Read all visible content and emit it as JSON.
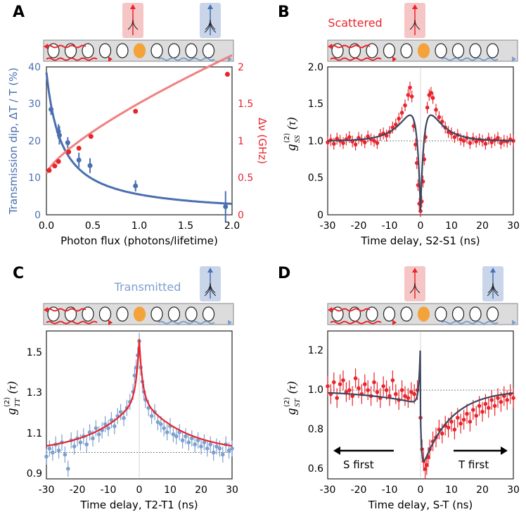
{
  "figure": {
    "colors": {
      "red": "#e8252c",
      "red_light": "#f08080",
      "blue": "#4a6fb0",
      "blue_light": "#7ca0cf",
      "dark_fit": "#3a4660",
      "atom": "#f4a23a",
      "waveguide": "#dcdcdc",
      "scatter_box": "#f6c6c6",
      "transmit_box": "#c9d6ea"
    }
  },
  "panels": {
    "A": {
      "letter": "A",
      "xlabel": "Photon flux (photons/lifetime)",
      "ylabel_left": "Transmission dip, ΔT / T (%)",
      "ylabel_right": "Δν (GHz)",
      "xticks": [
        "0.0",
        "0.5",
        "1.0",
        "1.5",
        "2.0"
      ],
      "yticks_left": [
        "0",
        "10",
        "20",
        "30",
        "40"
      ],
      "yticks_right": [
        "0",
        "0.5",
        "1",
        "1.5",
        "2"
      ]
    },
    "B": {
      "letter": "B",
      "scatter_label": "Scattered",
      "xlabel": "Time delay, S2-S1 (ns)",
      "ylabel": "g(2)SS(τ)",
      "ylabel_main": "g",
      "ylabel_sup": "(2)",
      "ylabel_sub": "SS",
      "ylabel_arg": "(τ)",
      "xticks": [
        "-30",
        "-20",
        "-10",
        "0",
        "10",
        "20",
        "30"
      ],
      "yticks": [
        "0",
        "0.5",
        "1.0",
        "1.5",
        "2.0"
      ]
    },
    "C": {
      "letter": "C",
      "transmit_label": "Transmitted",
      "xlabel": "Time delay, T2-T1 (ns)",
      "ylabel": "g(2)TT(τ)",
      "ylabel_main": "g",
      "ylabel_sup": "(2)",
      "ylabel_sub": "TT",
      "ylabel_arg": "(τ)",
      "xticks": [
        "-30",
        "-20",
        "-10",
        "0",
        "10",
        "20",
        "30"
      ],
      "yticks": [
        "0.9",
        "1.1",
        "1.3",
        "1.5"
      ]
    },
    "D": {
      "letter": "D",
      "xlabel": "Time delay, S-T (ns)",
      "ylabel": "g(2)ST(τ)",
      "ylabel_main": "g",
      "ylabel_sup": "(2)",
      "ylabel_sub": "ST",
      "ylabel_arg": "(τ)",
      "xticks": [
        "-30",
        "-20",
        "-10",
        "0",
        "10",
        "20",
        "30"
      ],
      "yticks": [
        "0.6",
        "0.8",
        "1.0",
        "1.2"
      ],
      "arrow_left_label": "S first",
      "arrow_right_label": "T first"
    }
  },
  "chart_data": [
    {
      "panel": "A",
      "type": "scatter",
      "xlabel": "Photon flux (photons/lifetime)",
      "ylabel": "Transmission dip, ΔT / T (%)",
      "ylabel_right": "Δν (GHz)",
      "xlim": [
        0,
        2
      ],
      "ylim": [
        0,
        40
      ],
      "ylim_right": [
        0,
        2
      ],
      "series": [
        {
          "axis": "left",
          "color": "#4a6fb0",
          "points": [
            {
              "x": 0.05,
              "y": 28.5,
              "err": 1.5
            },
            {
              "x": 0.13,
              "y": 22.5,
              "err": 2.0
            },
            {
              "x": 0.14,
              "y": 21.5,
              "err": 2.5
            },
            {
              "x": 0.23,
              "y": 19.5,
              "err": 1.5
            },
            {
              "x": 0.35,
              "y": 14.8,
              "err": 2.0
            },
            {
              "x": 0.47,
              "y": 13.3,
              "err": 2.0
            },
            {
              "x": 0.96,
              "y": 7.8,
              "err": 1.5
            },
            {
              "x": 1.93,
              "y": 2.2,
              "err": 4.2
            }
          ],
          "fit": {
            "form": "a/(1+b*x)",
            "a": 38.5,
            "b": 6.0
          }
        },
        {
          "axis": "right",
          "color": "#e8252c",
          "points": [
            {
              "x": 0.03,
              "y": 0.6
            },
            {
              "x": 0.09,
              "y": 0.66
            },
            {
              "x": 0.13,
              "y": 0.72
            },
            {
              "x": 0.24,
              "y": 0.85
            },
            {
              "x": 0.35,
              "y": 0.9
            },
            {
              "x": 0.48,
              "y": 1.06
            },
            {
              "x": 0.96,
              "y": 1.4
            },
            {
              "x": 1.95,
              "y": 1.9
            }
          ],
          "fit": {
            "form": "c+d*x^p",
            "c": 0.56,
            "d": 0.95,
            "p": 0.75
          }
        }
      ]
    },
    {
      "panel": "B",
      "type": "scatter",
      "xlabel": "Time delay, S2-S1 (ns)",
      "ylabel": "g(2)SS(τ)",
      "xlim": [
        -30,
        30
      ],
      "ylim": [
        0,
        2
      ],
      "series": [
        {
          "color": "#e8252c",
          "x": [
            -30,
            -29,
            -28,
            -27,
            -26,
            -25,
            -24,
            -23,
            -22,
            -21,
            -20,
            -19,
            -18,
            -17,
            -16,
            -15,
            -14,
            -13,
            -12,
            -11,
            -10,
            -9,
            -8,
            -7,
            -6,
            -5,
            -4,
            -3.4,
            -2.8,
            -2.2,
            -1.6,
            -1.2,
            -0.8,
            -0.4,
            0,
            0.4,
            0.8,
            1.2,
            1.6,
            2.2,
            2.8,
            3.4,
            4,
            5,
            6,
            7,
            8,
            9,
            10,
            11,
            12,
            13,
            14,
            15,
            16,
            17,
            18,
            19,
            20,
            21,
            22,
            23,
            24,
            25,
            26,
            27,
            28,
            29,
            30
          ],
          "y": [
            0.98,
            1.01,
            0.96,
            1.03,
            1.0,
            0.97,
            1.02,
            1.05,
            0.99,
            0.95,
            1.04,
            1.01,
            0.98,
            1.06,
            1.02,
            1.0,
            0.97,
            1.08,
            1.1,
            1.07,
            1.12,
            1.18,
            1.22,
            1.3,
            1.38,
            1.48,
            1.62,
            1.72,
            1.6,
            1.2,
            0.95,
            0.7,
            0.4,
            0.15,
            0.05,
            0.18,
            0.45,
            0.75,
            1.05,
            1.45,
            1.62,
            1.65,
            1.58,
            1.42,
            1.32,
            1.26,
            1.18,
            1.12,
            1.1,
            1.05,
            1.08,
            1.02,
            1.0,
            1.04,
            0.97,
            1.03,
            0.99,
            1.02,
            1.0,
            0.96,
            1.03,
            0.98,
            1.01,
            1.04,
            0.97,
            1.0,
            0.99,
            1.02,
            1.0
          ]
        }
      ],
      "fit": {
        "color": "#3a4660",
        "form": "bunching_with_antibunching_dip"
      },
      "reference_line": 1.0
    },
    {
      "panel": "C",
      "type": "scatter",
      "xlabel": "Time delay, T2-T1 (ns)",
      "ylabel": "g(2)TT(τ)",
      "xlim": [
        -30,
        30
      ],
      "ylim": [
        0.87,
        1.6
      ],
      "series": [
        {
          "color": "#7ca0cf",
          "x": [
            -30,
            -29,
            -28,
            -27,
            -26,
            -25,
            -24,
            -23,
            -22,
            -21,
            -20,
            -19,
            -18,
            -17,
            -16,
            -15,
            -14,
            -13,
            -12,
            -11,
            -10,
            -9,
            -8,
            -7,
            -6,
            -5,
            -4,
            -3,
            -2,
            -1.5,
            -1,
            -0.5,
            0,
            0.5,
            1,
            1.5,
            2,
            3,
            4,
            5,
            6,
            7,
            8,
            9,
            10,
            11,
            12,
            13,
            14,
            15,
            16,
            17,
            18,
            19,
            20,
            21,
            22,
            23,
            24,
            25,
            26,
            27,
            28,
            29,
            30
          ],
          "y": [
            0.98,
            1.02,
            1.0,
            1.04,
            1.01,
            1.05,
            0.99,
            0.92,
            1.06,
            1.03,
            1.07,
            1.05,
            1.08,
            1.04,
            1.1,
            1.07,
            1.12,
            1.09,
            1.11,
            1.14,
            1.12,
            1.16,
            1.13,
            1.18,
            1.2,
            1.17,
            1.22,
            1.25,
            1.3,
            1.38,
            1.42,
            1.48,
            1.55,
            1.42,
            1.35,
            1.3,
            1.26,
            1.22,
            1.18,
            1.2,
            1.15,
            1.14,
            1.12,
            1.1,
            1.13,
            1.09,
            1.08,
            1.1,
            1.06,
            1.08,
            1.05,
            1.07,
            1.04,
            1.06,
            1.03,
            1.05,
            1.02,
            1.04,
            1.0,
            1.03,
            1.02,
            0.99,
            1.04,
            1.01,
            1.02
          ]
        }
      ],
      "fit": {
        "color": "#e8252c",
        "form": "cusp_bunching"
      },
      "reference_line": 1.0
    },
    {
      "panel": "D",
      "type": "scatter",
      "xlabel": "Time delay, S-T (ns)",
      "ylabel": "g(2)ST(τ)",
      "xlim": [
        -30,
        30
      ],
      "ylim": [
        0.55,
        1.3
      ],
      "series": [
        {
          "color": "#e8252c",
          "x": [
            -30,
            -29,
            -28,
            -27,
            -26,
            -25,
            -24,
            -23,
            -22,
            -21,
            -20,
            -19,
            -18,
            -17,
            -16,
            -15,
            -14,
            -13,
            -12,
            -11,
            -10,
            -9,
            -8,
            -7,
            -6,
            -5,
            -4,
            -3,
            -2,
            -1,
            0,
            0.5,
            1,
            1.5,
            2,
            2.5,
            3,
            4,
            5,
            6,
            7,
            8,
            9,
            10,
            11,
            12,
            13,
            14,
            15,
            16,
            17,
            18,
            19,
            20,
            21,
            22,
            23,
            24,
            25,
            26,
            27,
            28,
            29,
            30
          ],
          "y": [
            1.02,
            0.98,
            1.04,
            0.96,
            1.03,
            1.05,
            0.99,
            1.0,
            0.97,
            1.06,
            1.01,
            0.98,
            1.03,
            1.0,
            0.97,
            1.04,
            0.99,
            0.96,
            1.02,
            1.0,
            0.97,
            1.05,
            0.98,
            0.95,
            1.0,
            0.97,
            0.96,
            0.99,
            0.98,
            1.0,
            0.86,
            0.7,
            0.64,
            0.6,
            0.62,
            0.66,
            0.7,
            0.74,
            0.76,
            0.8,
            0.78,
            0.82,
            0.81,
            0.84,
            0.8,
            0.86,
            0.83,
            0.85,
            0.88,
            0.84,
            0.9,
            0.87,
            0.92,
            0.89,
            0.93,
            0.91,
            0.95,
            0.92,
            0.96,
            0.94,
            0.97,
            0.95,
            0.98,
            0.96
          ]
        }
      ],
      "fit": {
        "color": "#3a4660",
        "form": "asymmetric_peak_dip"
      },
      "reference_line": 1.0
    }
  ]
}
